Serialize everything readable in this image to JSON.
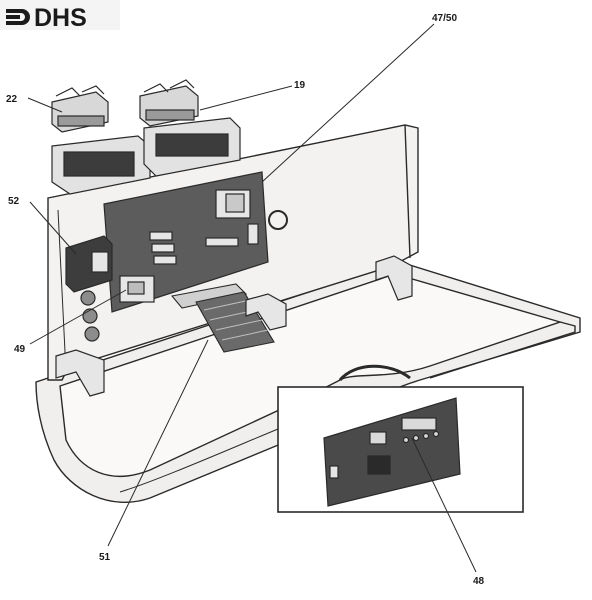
{
  "brand": {
    "name": "DHS"
  },
  "callouts": {
    "c22": "22",
    "c19": "19",
    "c4750": "47/50",
    "c52": "52",
    "c49": "49",
    "c51": "51",
    "c48": "48"
  },
  "colors": {
    "line": "#2a2a2a",
    "board": "#5c5c5c",
    "housing": "#f1efed",
    "panel": "#e8e8e8"
  }
}
